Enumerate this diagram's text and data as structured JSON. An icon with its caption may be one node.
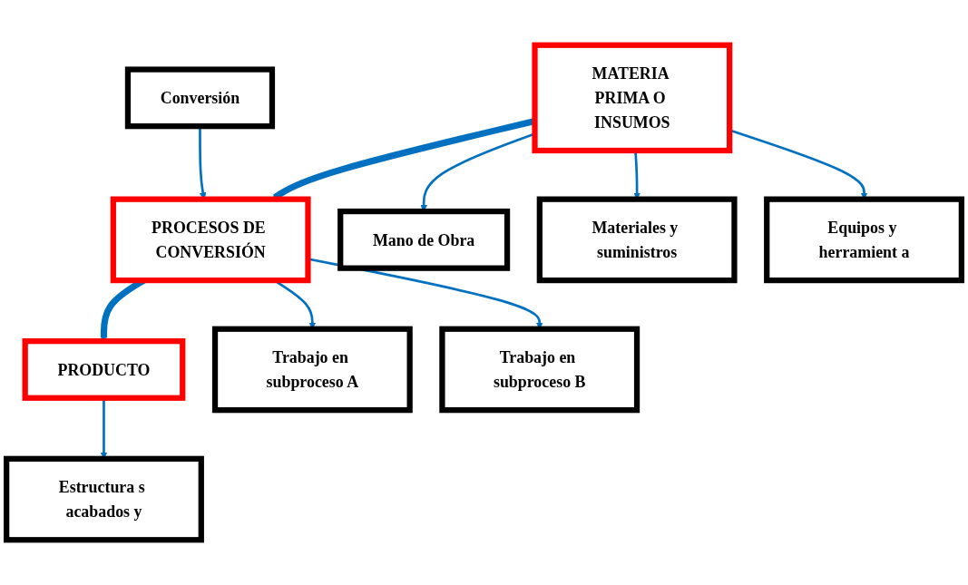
{
  "diagram": {
    "nodes": [
      {
        "text": [
          "Conversión"
        ]
      },
      {
        "text": [
          "MATERIA PRIMA O INSUMOS"
        ]
      },
      {
        "text": [
          "PROCESOS DE CONVERSIÓN"
        ]
      },
      {
        "text": [
          "PRODUCTO"
        ]
      },
      {
        "text": [
          "Mano de Obra"
        ]
      },
      {
        "text": [
          "Materiales y suministros"
        ]
      },
      {
        "text": [
          "Equipos y herramient a"
        ]
      },
      {
        "text": [
          "Trabajo en subproceso A"
        ]
      },
      {
        "text": [
          "Trabajo en subproceso B"
        ]
      },
      {
        "text": [
          "Estructura s acabados y"
        ]
      }
    ],
    "edges": [
      {
        "from": 0,
        "to": 2,
        "arrow": "to"
      },
      {
        "from": 1,
        "to": 2,
        "arrow": "to",
        "style": "thick"
      },
      {
        "from": 2,
        "to": 3,
        "arrow": "to",
        "style": "thick"
      },
      {
        "from": 1,
        "to": 4,
        "arrow": "to"
      },
      {
        "from": 1,
        "to": 5,
        "arrow": "to"
      },
      {
        "from": 1,
        "to": 6,
        "arrow": "to"
      },
      {
        "from": 2,
        "to": 7,
        "arrow": "to"
      },
      {
        "from": 2,
        "to": 8,
        "arrow": "to"
      },
      {
        "from": 3,
        "to": 9,
        "arrow": "to"
      }
    ]
  }
}
